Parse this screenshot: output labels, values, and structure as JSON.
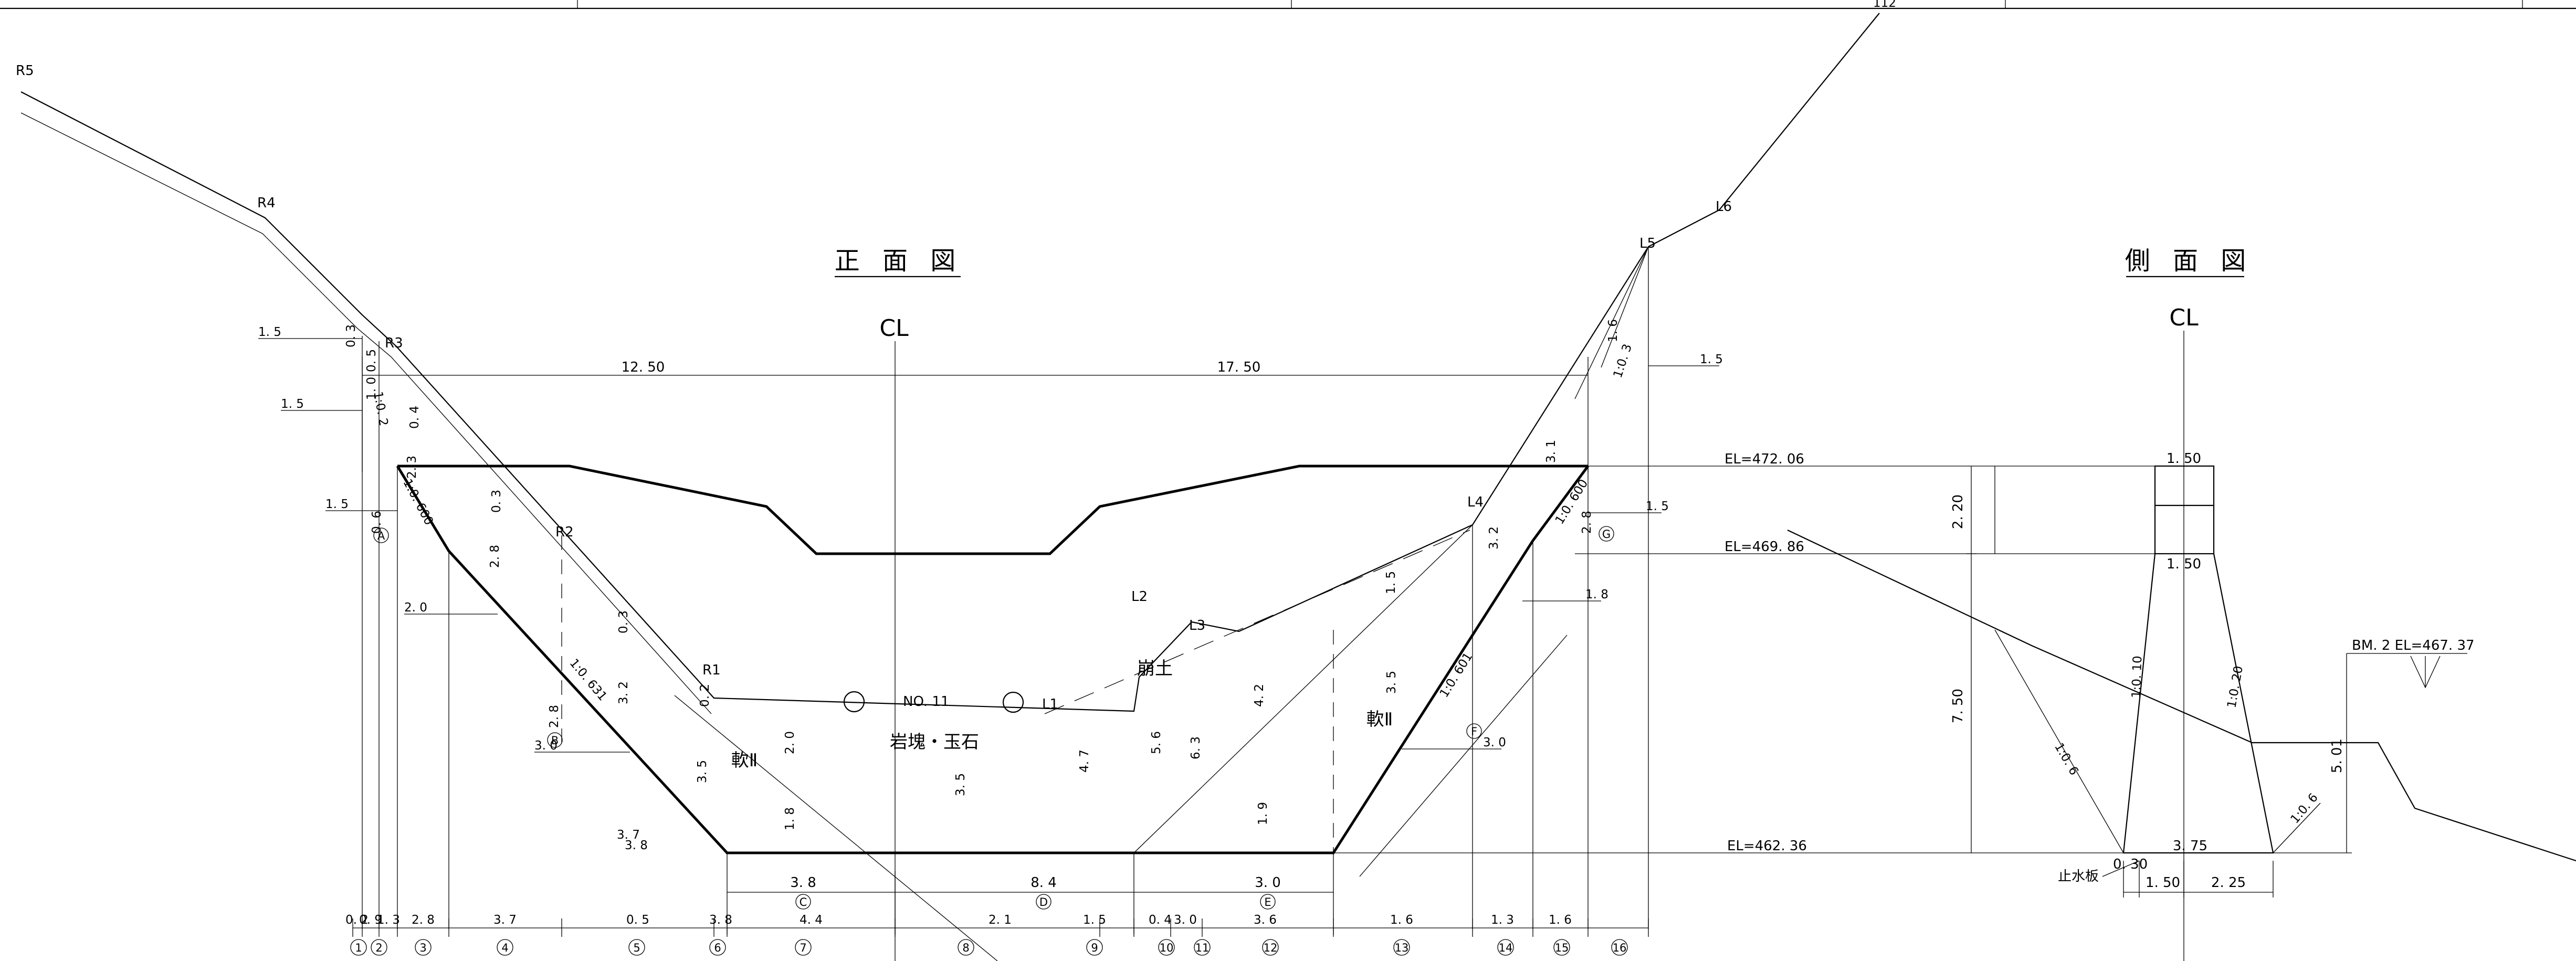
{
  "front_view": {
    "title": "正 面 図",
    "cl": "CL",
    "section_no": "NO. 11",
    "points": [
      "R5",
      "R4",
      "R3",
      "R2",
      "R1",
      "L1",
      "L2",
      "L3",
      "L4",
      "L5",
      "L6"
    ],
    "materials": [
      "岩塊・玉石",
      "崩土",
      "軟Ⅱ",
      "軟Ⅱ"
    ],
    "top_dims": [
      "12. 50",
      "17. 50"
    ],
    "bottom_dims": [
      "0. 2",
      "0. 9",
      "1. 3",
      "2. 8",
      "3. 7",
      "0. 5",
      "3. 8",
      "4. 4",
      "2. 1",
      "1. 5",
      "0. 4",
      "3. 0",
      "3. 6",
      "1. 6",
      "1. 3",
      "1. 6"
    ],
    "station_marks": [
      "1",
      "2",
      "3",
      "4",
      "5",
      "6",
      "7",
      "8",
      "9",
      "10",
      "11",
      "12",
      "13",
      "14",
      "15",
      "16"
    ],
    "sub_dims": [
      "3. 8",
      "8. 4",
      "3. 0"
    ],
    "sub_marks": [
      "C",
      "D",
      "E"
    ],
    "side_marks": [
      "A",
      "B",
      "F",
      "G"
    ],
    "slopes": [
      "1:0. 600",
      "1:0. 631",
      "1:0. 601",
      "1:0. 600",
      "1:0. 3",
      "1:0. 2"
    ],
    "vertical_dims": [
      "2. 8",
      "3. 2",
      "3. 5",
      "2. 0",
      "1. 8",
      "3. 5",
      "4. 7",
      "5. 6",
      "6. 3",
      "4. 2",
      "1. 9",
      "3. 5",
      "1. 5",
      "3. 2",
      "3. 1",
      "1. 6",
      "2. 3",
      "2. 8",
      "0. 4",
      "0. 3",
      "0. 3",
      "0. 5",
      "1. 0",
      "0. 3",
      "0. 2",
      "0. 6",
      "2. 8"
    ],
    "left_labels": [
      "1. 5",
      "1. 5",
      "1. 5",
      "2. 0",
      "3. 0",
      "3. 7",
      "3. 8"
    ],
    "right_labels": [
      "1. 5",
      "1. 5",
      "1. 8",
      "3. 0"
    ],
    "elevations": [
      "EL=472. 06",
      "EL=469. 86",
      "EL=462. 36"
    ]
  },
  "side_view": {
    "title": "側 面 図",
    "cl": "CL",
    "top_width": "1. 50",
    "mid_width": "1. 50",
    "base_width": "3. 75",
    "base_left": "0. 30",
    "base_parts": [
      "1. 50",
      "2. 25"
    ],
    "height_upper": "2. 20",
    "height_total": "7. 50",
    "slope_left": "1:0. 10",
    "slope_right": "1:0. 20",
    "foot_slope_left": "1:0. 6",
    "foot_slope_right": "1:0. 6",
    "benchmark": "BM. 2 EL=467. 37",
    "bm_height": "5. 01",
    "waterstop": "止水板"
  },
  "header_fragment": "112"
}
